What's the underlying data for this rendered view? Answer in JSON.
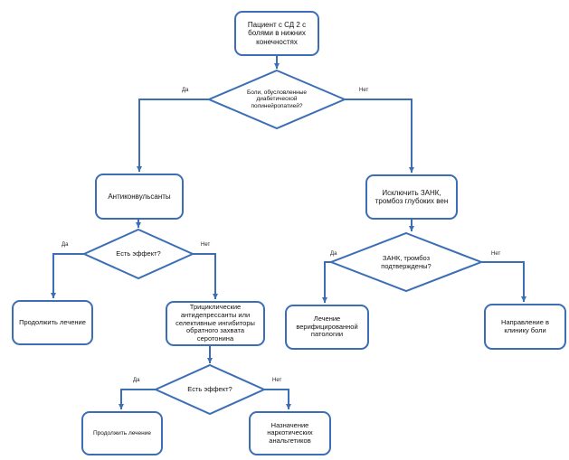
{
  "colors": {
    "stroke": "#3b6eb5",
    "fill": "#ffffff",
    "text": "#111111"
  },
  "nodes": {
    "start": "Пациент с СД 2 с болями в нижних конечностях",
    "decision_main": "Боли, обусловленные диабетической полинейропатией?",
    "anticonvulsants": "Антиконвульсанты",
    "exclude": "Исключить ЗАНК, тромбоз глубоких вен",
    "decision_effect1": "Есть эффект?",
    "decision_zank": "ЗАНК, тромбоз подтверждены?",
    "continue1": "Продолжить лечение",
    "tricyclic": "Трициклические антидепрессанты или селективные ингибиторы обратного захвата серотонина",
    "treat_verified": "Лечение верифицированной патологии",
    "refer_pain": "Направление в клинику боли",
    "decision_effect2": "Есть эффект?",
    "continue2": "Продолжить лечение",
    "narcotic": "Назначение наркотических анальгетиков"
  },
  "edge_labels": {
    "main_yes": "Да",
    "main_no": "Нет",
    "effect1_yes": "Да",
    "effect1_no": "Нет",
    "zank_yes": "Да",
    "zank_no": "Нет",
    "effect2_yes": "Да",
    "effect2_no": "Нет"
  }
}
